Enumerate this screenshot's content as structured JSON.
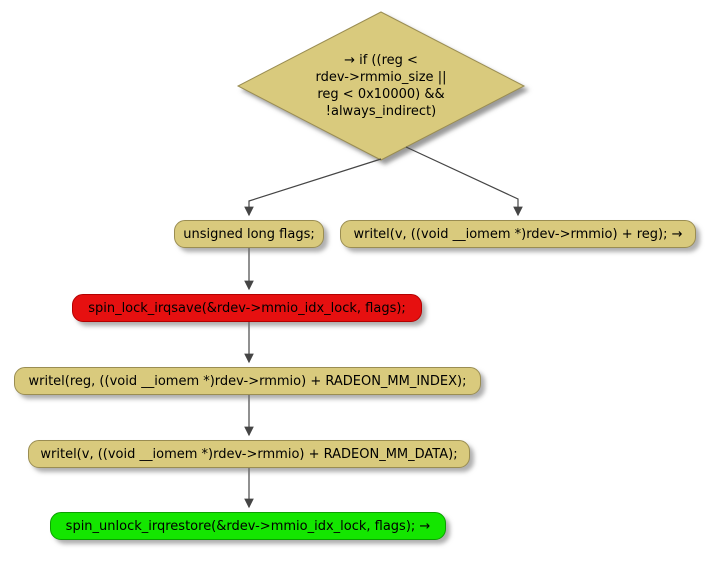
{
  "diagram": {
    "decision": {
      "label": "→ if ((reg <\nrdev->rmmio_size ||\nreg < 0x10000) &&\n!always_indirect)"
    },
    "nodes": {
      "flags": {
        "label": "unsigned long flags;"
      },
      "writel_direct": {
        "label": "writel(v, ((void __iomem *)rdev->rmmio) + reg); →"
      },
      "spin_lock": {
        "label": "spin_lock_irqsave(&rdev->mmio_idx_lock, flags);"
      },
      "writel_index": {
        "label": "writel(reg, ((void __iomem *)rdev->rmmio) + RADEON_MM_INDEX);"
      },
      "writel_data": {
        "label": "writel(v, ((void __iomem *)rdev->rmmio) + RADEON_MM_DATA);"
      },
      "spin_unlock": {
        "label": "spin_unlock_irqrestore(&rdev->mmio_idx_lock, flags); →"
      }
    },
    "colors": {
      "node_fill": "#d9ca7d",
      "node_border": "#9a8d52",
      "lock_fill": "#e61010",
      "unlock_fill": "#14e600",
      "arrow": "#454545",
      "shadow": "#6e6e6e"
    }
  }
}
